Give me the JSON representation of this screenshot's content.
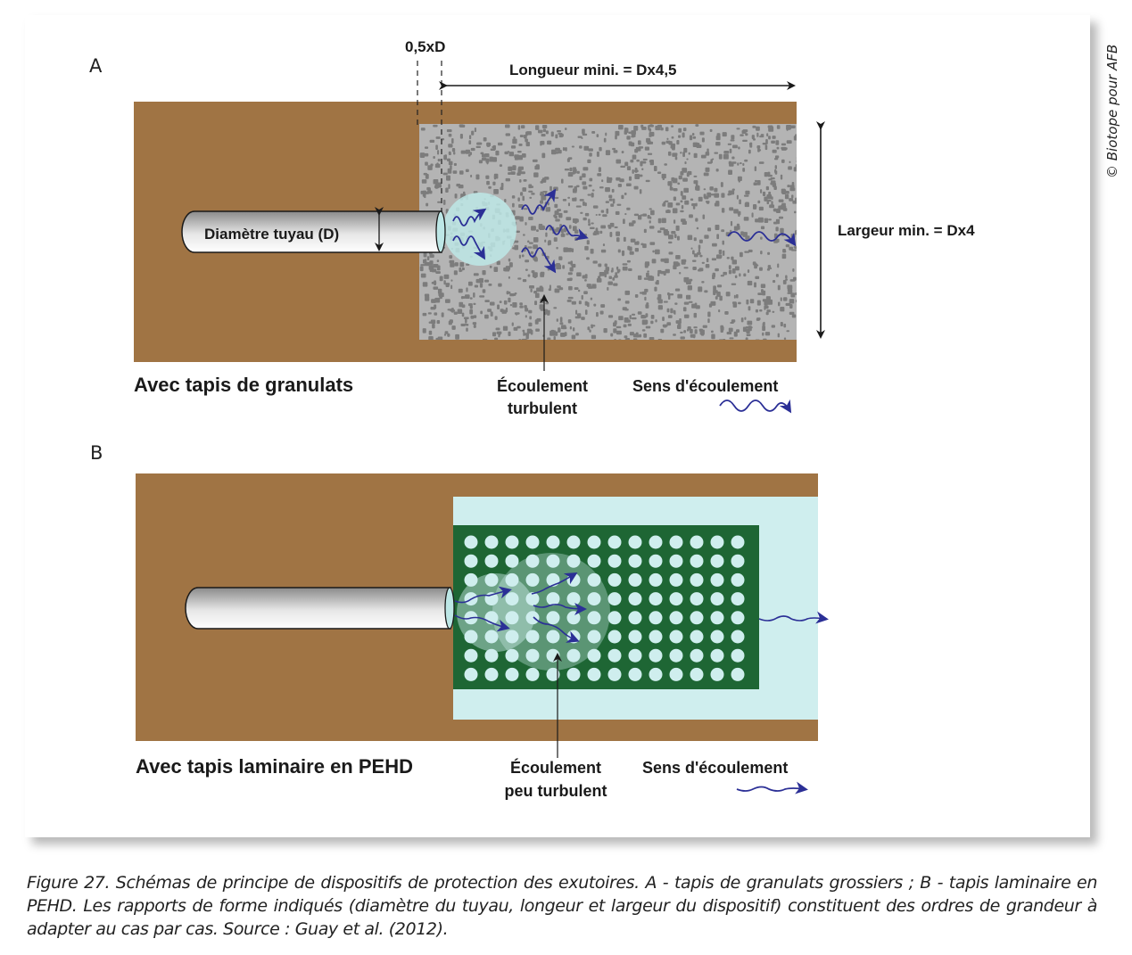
{
  "figure": {
    "copyright": "© Biotope pour AFB",
    "panel_a": {
      "letter": "A",
      "offset_label": "0,5xD",
      "length_label": "Longueur mini. = Dx4,5",
      "width_label": "Largeur min. = Dx4",
      "pipe_label": "Diamètre tuyau (D)",
      "title": "Avec tapis de granulats",
      "flow_type_label": [
        "Écoulement",
        "turbulent"
      ],
      "flow_direction_label": "Sens d'écoulement"
    },
    "panel_b": {
      "letter": "B",
      "title": "Avec tapis laminaire en PEHD",
      "flow_type_label": [
        "Écoulement",
        "peu turbulent"
      ],
      "flow_direction_label": "Sens d'écoulement",
      "grid": {
        "columns": 14,
        "rows": 8
      }
    },
    "colors": {
      "soil": "#a07444",
      "gravel": "#b4b4b4",
      "gravel_stone": "#7c7c7c",
      "water": "#cfeeee",
      "mat": "#1e6634",
      "flow_arrow": "#2b2f96"
    }
  },
  "caption": "Figure 27. Schémas de principe de dispositifs de protection des exutoires. A - tapis de granulats grossiers ; B - tapis laminaire en PEHD. Les rapports de forme indiqués (diamètre du tuyau, longeur et largeur du dispositif) constituent des ordres de grandeur à adapter au cas par cas. Source : Guay et al. (2012)."
}
